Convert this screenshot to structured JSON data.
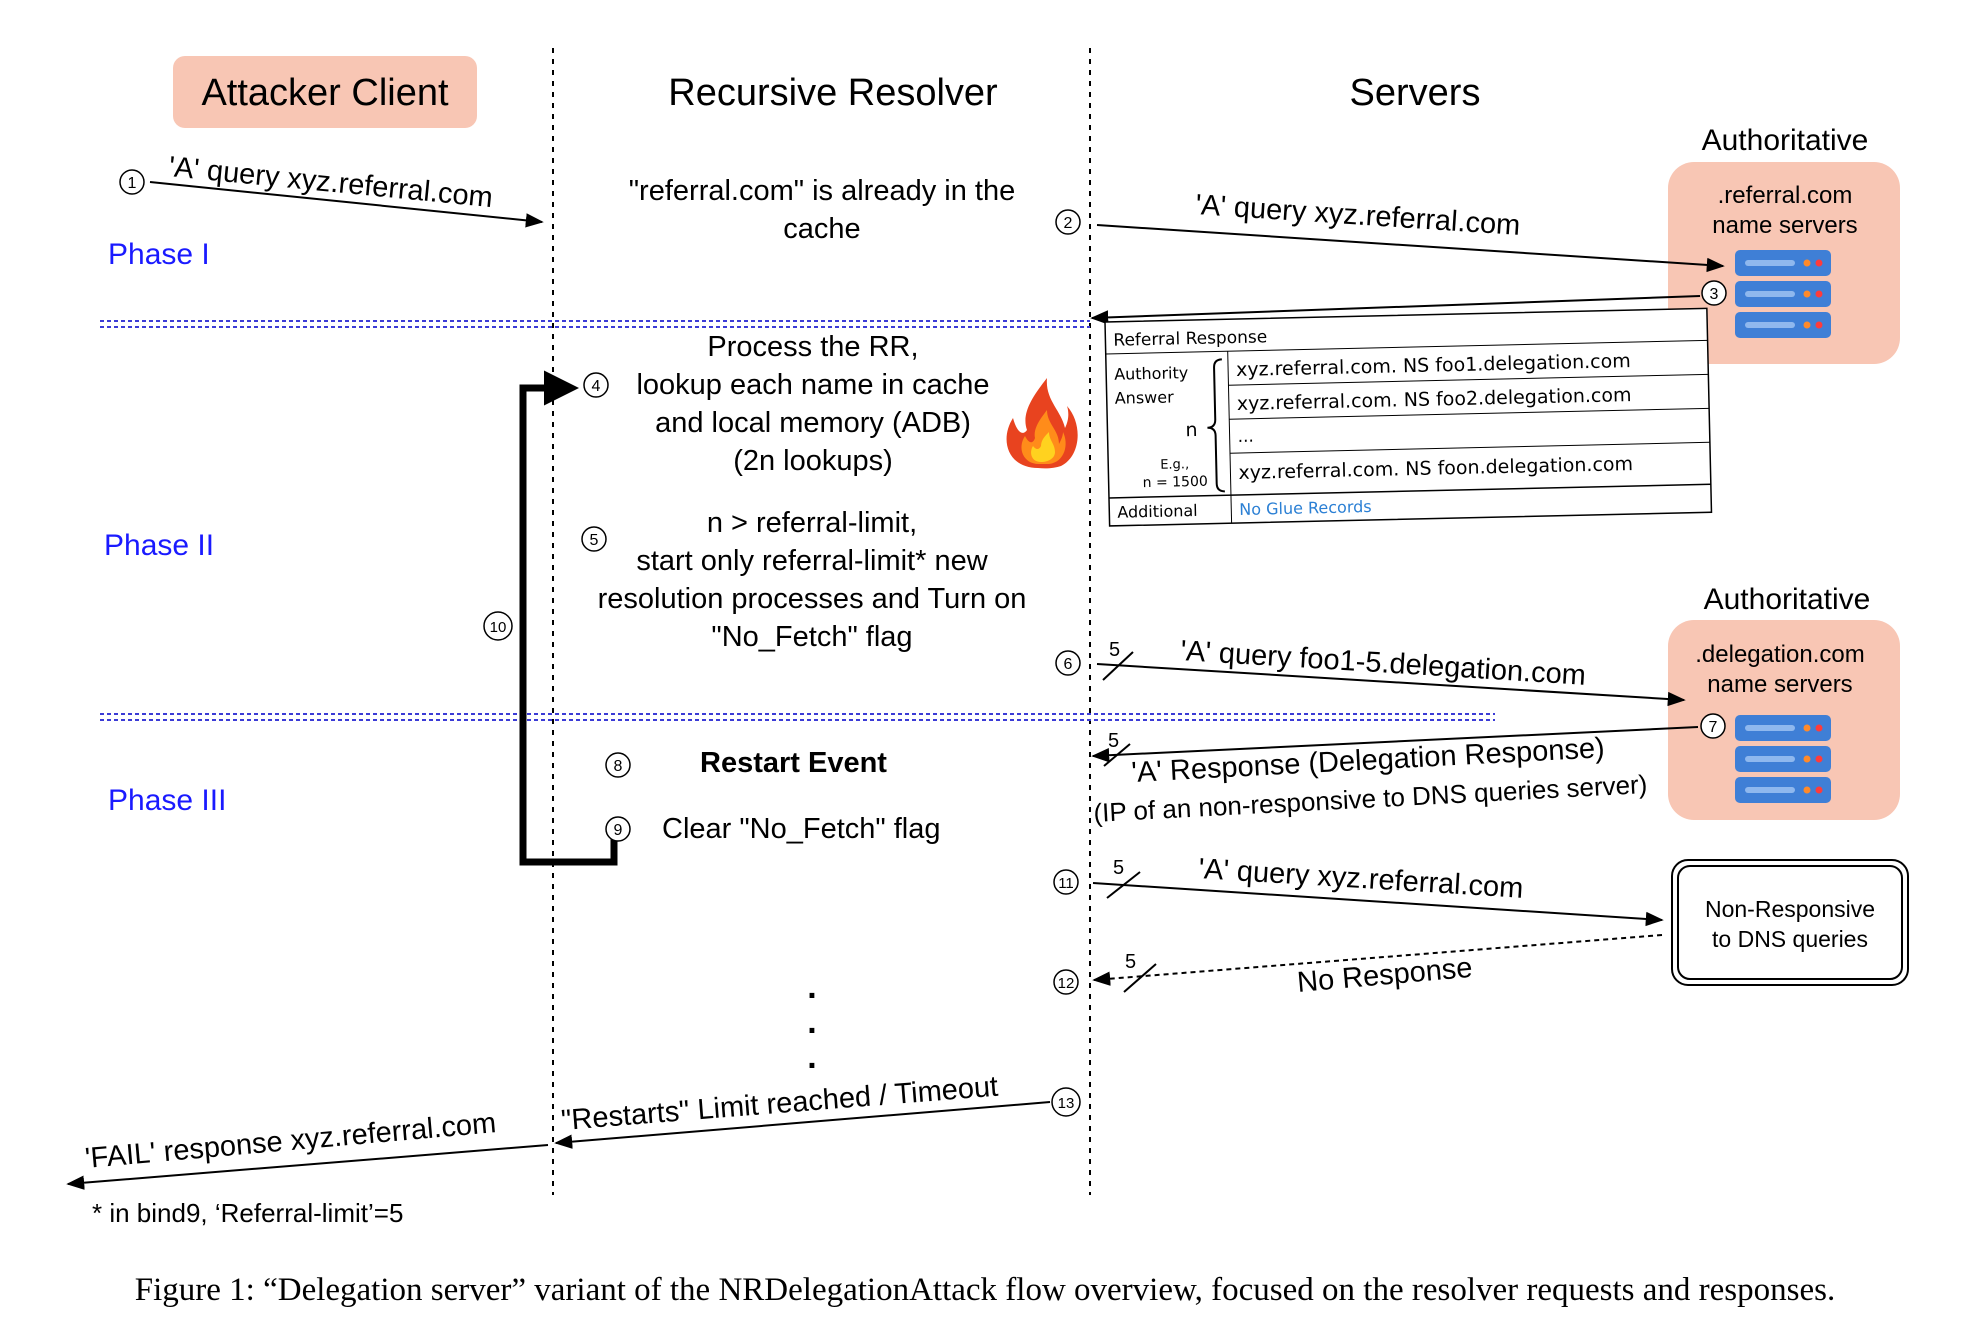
{
  "columns": {
    "attacker": "Attacker Client",
    "resolver": "Recursive Resolver",
    "servers": "Servers"
  },
  "phases": {
    "p1": "Phase I",
    "p2": "Phase II",
    "p3": "Phase III"
  },
  "authoritative_referral": {
    "heading": "Authoritative",
    "line1": ".referral.com",
    "line2": "name servers"
  },
  "authoritative_delegation": {
    "heading": "Authoritative",
    "line1": ".delegation.com",
    "line2": "name servers"
  },
  "nonresponsive": {
    "line1": "Non-Responsive",
    "line2": "to DNS queries"
  },
  "steps": {
    "s1": "1",
    "s2": "2",
    "s3": "3",
    "s4": "4",
    "s5": "5",
    "s6": "6",
    "s7": "7",
    "s8": "8",
    "s9": "9",
    "s10": "10",
    "s11": "11",
    "s12": "12",
    "s13": "13"
  },
  "messages": {
    "m1": "'A' query xyz.referral.com",
    "cache_line1": "\"referral.com\" is already in the",
    "cache_line2": "cache",
    "m2": "'A' query xyz.referral.com",
    "process_line1": "Process the RR,",
    "process_line2": "lookup each name in cache",
    "process_line3": "and local memory (ADB)",
    "process_line4": "(2n lookups)",
    "limit_line1": "n > referral-limit,",
    "limit_line2": "start only referral-limit* new",
    "limit_line3": "resolution processes and Turn on",
    "limit_line4": "\"No_Fetch\" flag",
    "m6": "'A' query foo1-5.delegation.com",
    "m7_line1": "'A' Response (Delegation Response)",
    "m7_line2": "(IP of an non-responsive to DNS queries server)",
    "restart": "Restart Event",
    "clear_flag": "Clear \"No_Fetch\" flag",
    "m11": "'A' query xyz.referral.com",
    "m12": "No Response",
    "m13": "\"Restarts\" Limit reached / Timeout",
    "fail": "'FAIL' response xyz.referral.com",
    "count_mark": "5",
    "ellipsis": "."
  },
  "referral_response": {
    "title": "Referral Response",
    "authority_label_1": "Authority",
    "authority_label_2": "Answer",
    "n_label": "n",
    "eg_label_1": "E.g.,",
    "eg_label_2": "n = 1500",
    "records": [
      "xyz.referral.com. NS foo1.delegation.com",
      "xyz.referral.com. NS foo2.delegation.com",
      "...",
      "xyz.referral.com. NS foon.delegation.com"
    ],
    "additional_label": "Additional",
    "additional_value": "No Glue Records"
  },
  "footnote": "* in bind9, ‘Referral-limit’=5",
  "caption": "Figure 1: “Delegation server” variant of the NRDelegationAttack flow overview, focused on the resolver requests and responses.",
  "colors": {
    "attacker_fill": "#f8c6b4",
    "server_panel": "#f8c6b4",
    "phase_text": "#1a1aff",
    "phase_divider": "#3b3bd6",
    "server_blue": "#3f7fd6",
    "server_light": "#8fb8ee",
    "glue_blue": "#2a7fd4",
    "flame_outer": "#e8431f",
    "flame_inner": "#ffc21a"
  },
  "icons": [
    "server-rack-icon",
    "fire-icon"
  ]
}
